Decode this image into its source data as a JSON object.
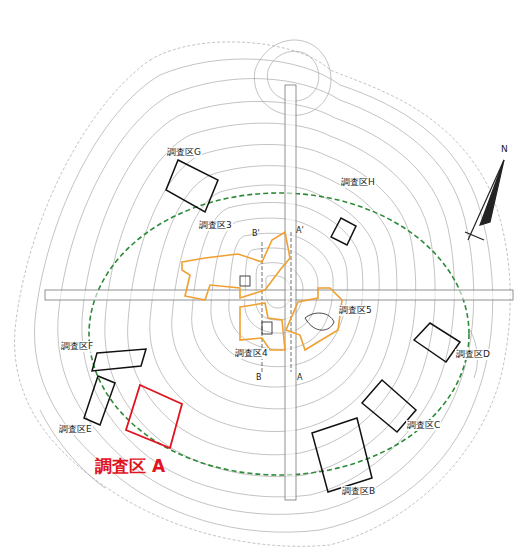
{
  "diagram": {
    "labels": [
      "調査区G",
      "調査区H",
      "調査区3",
      "B'",
      "A'",
      "調査区5",
      "調査区4",
      "B",
      "A",
      "調査区F",
      "調査区D",
      "調査区E",
      "調査区C",
      "調査区 A",
      "調査区B",
      "N"
    ]
  }
}
